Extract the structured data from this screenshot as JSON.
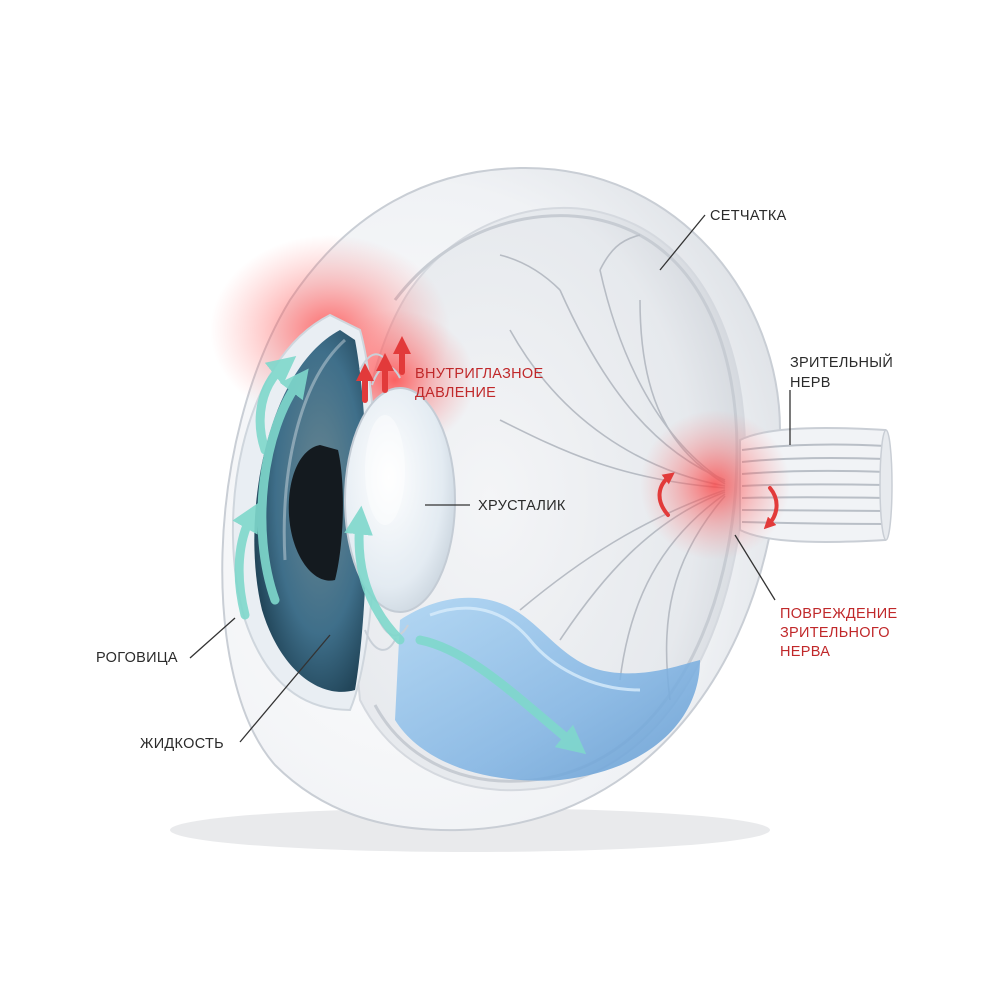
{
  "labels": {
    "retina": "СЕТЧАТКА",
    "optic_nerve": [
      "ЗРИТЕЛЬНЫЙ",
      "НЕРВ"
    ],
    "intraocular_pressure": [
      "ВНУТРИГЛАЗНОЕ",
      "ДАВЛЕНИЕ"
    ],
    "lens": "ХРУСТАЛИК",
    "nerve_damage": [
      "ПОВРЕЖДЕНИЕ",
      "ЗРИТЕЛЬНОГО",
      "НЕРВА"
    ],
    "cornea": "РОГОВИЦА",
    "fluid": "ЖИДКОСТЬ"
  },
  "colors": {
    "label_text": "#2b2b2b",
    "alert_text": "#c0282a",
    "alert_glow": "#ff3b3b",
    "fluid_arrow": "#7fd8cc",
    "vitreous_fluid": "#8fc0ea",
    "iris": "#3f6f8a",
    "sclera": "#eef0f3"
  }
}
